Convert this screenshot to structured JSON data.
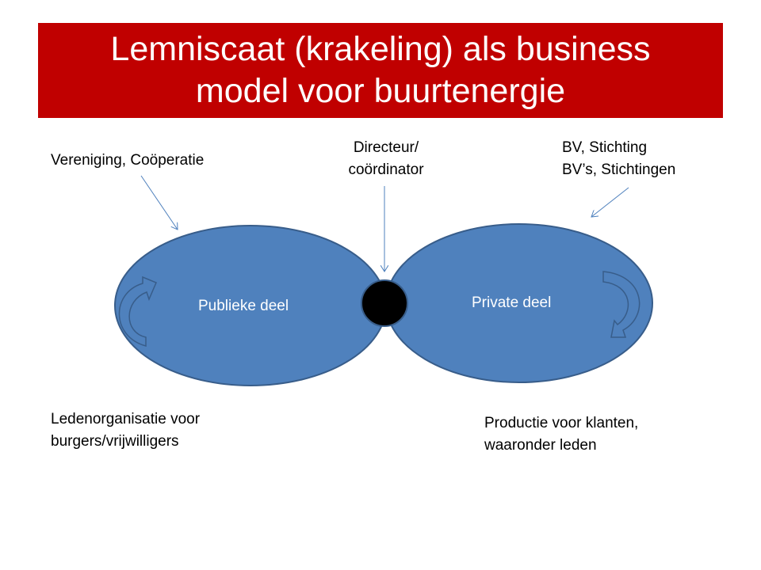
{
  "title": {
    "line1": "Lemniscaat (krakeling) als business",
    "line2": "model voor buurtenergie"
  },
  "labels": {
    "left_top": "Vereniging, Coöperatie",
    "center_top_1": "Directeur/",
    "center_top_2": "coördinator",
    "right_top_1": "BV, Stichting",
    "right_top_2": "BV’s, Stichtingen",
    "left_bottom_1": "Ledenorganisatie voor",
    "left_bottom_2": "burgers/vrijwilligers",
    "right_bottom_1": "Productie voor klanten,",
    "right_bottom_2": "waaronder leden"
  },
  "shapes": {
    "left": "Publieke deel",
    "right": "Private deel"
  },
  "colors": {
    "title_bg": "#c00000",
    "ellipse_fill": "#4f81bd",
    "ellipse_stroke": "#385d8a",
    "hub": "#000000"
  }
}
